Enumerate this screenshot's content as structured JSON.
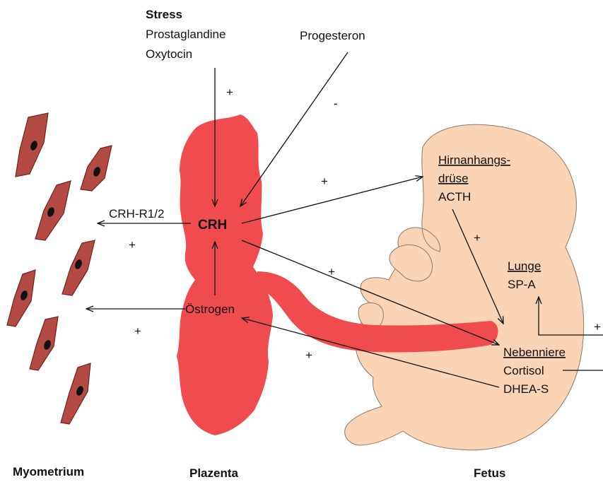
{
  "inputs": {
    "stress": "Stress",
    "prostaglandine": "Prostaglandine",
    "oxytocin": "Oxytocin",
    "progesteron": "Progesteron"
  },
  "placenta": {
    "crh": "CRH",
    "oestrogen": "Östrogen"
  },
  "myometrium": {
    "receptor": "CRH-R1/2"
  },
  "fetus": {
    "pituitary_line1": "Hirnanhangs-",
    "pituitary_line2": "drüse",
    "acth": "ACTH",
    "lung": "Lunge",
    "spa": "SP-A",
    "adrenal": "Nebenniere",
    "cortisol": "Cortisol",
    "dheas": "DHEA-S"
  },
  "signs": {
    "stress_effect": "+",
    "progesteron_effect": "-",
    "crh_to_pituitary": "+",
    "crh_to_myometrium": "+",
    "crh_to_adrenal": "+",
    "oestrogen_to_myometrium": "+",
    "adrenal_to_oestrogen": "+",
    "acth_to_adrenal": "+",
    "cortisol_to_lung": "+"
  },
  "footer": {
    "myometrium": "Myometrium",
    "plazenta": "Plazenta",
    "fetus": "Fetus"
  },
  "colors": {
    "placenta": "#f04b4e",
    "fetus_skin": "#fad4b4",
    "cell_fill": "#b44a44",
    "cell_stroke": "#6e2320",
    "nucleus": "#111111"
  }
}
